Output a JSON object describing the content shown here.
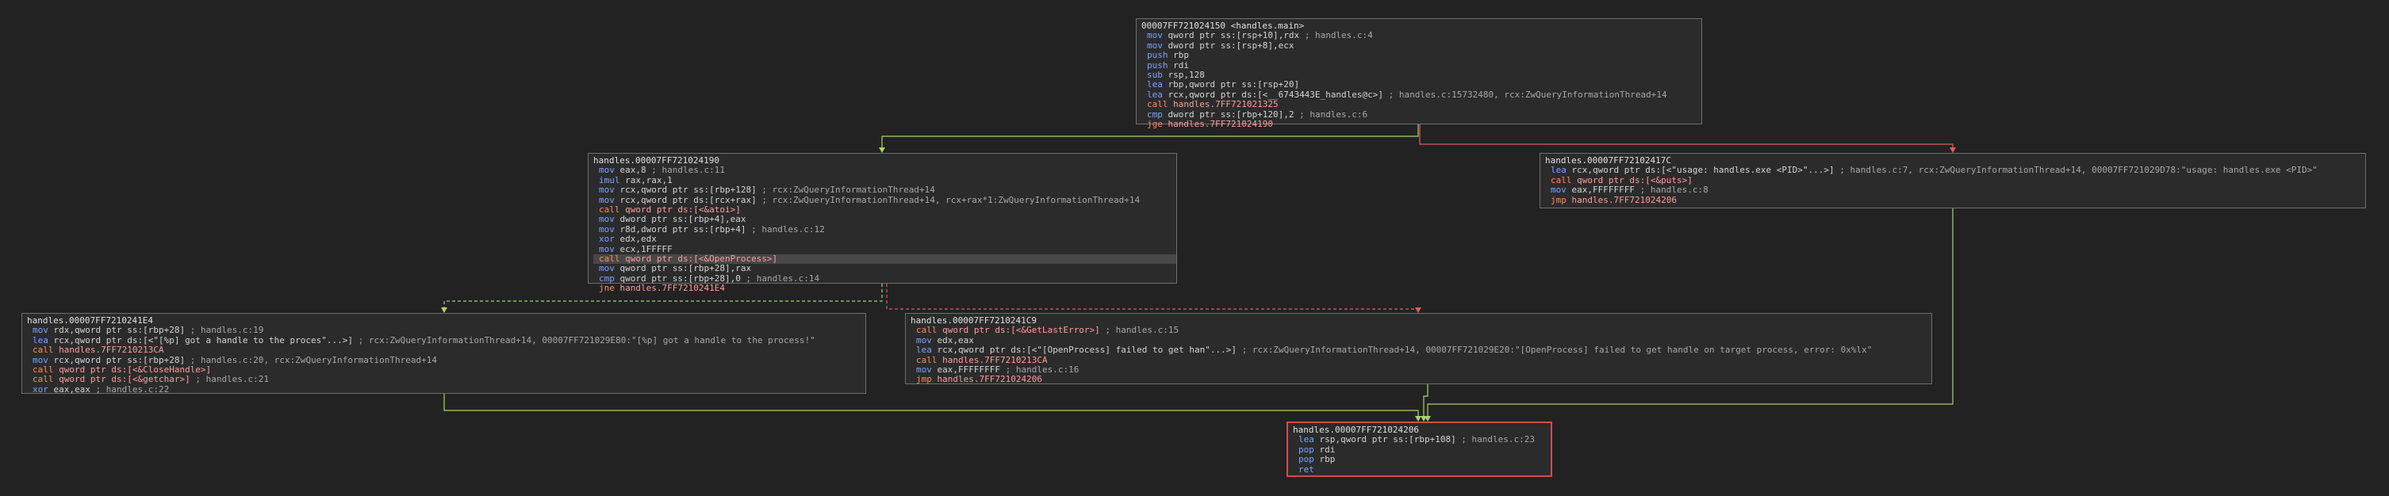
{
  "colors": {
    "background": "#222222",
    "node_bg": "#2b2b2b",
    "node_border": "#6e6e6e",
    "exit_border": "#d24b4b",
    "edge_true": "#a9d36b",
    "edge_false": "#e85a5a",
    "mnemonic": "#7aa3ff",
    "branch_mnemonic": "#ff8a5b"
  },
  "nodes": [
    {
      "id": "n_main",
      "title": "00007FF721024150 <handles.main>",
      "lines": [
        {
          "m": "mov",
          "o": "qword ptr ss:[rsp+10],rdx",
          "c": " ; handles.c:4"
        },
        {
          "m": "mov",
          "o": "dword ptr ss:[rsp+8],ecx",
          "c": ""
        },
        {
          "m": "push",
          "o": "rbp",
          "c": ""
        },
        {
          "m": "push",
          "o": "rdi",
          "c": ""
        },
        {
          "m": "sub",
          "o": "rsp,128",
          "c": ""
        },
        {
          "m": "lea",
          "o": "rbp,qword ptr ss:[rsp+20]",
          "c": ""
        },
        {
          "m": "lea",
          "o": "rcx,qword ptr ds:[<__6743443E_handles@c>]",
          "c": " ; handles.c:15732480, rcx:ZwQueryInformationThread+14"
        },
        {
          "m": "call",
          "o": "handles.7FF721021325",
          "c": ""
        },
        {
          "m": "cmp",
          "o": "dword ptr ss:[rbp+120],2",
          "c": " ; handles.c:6"
        },
        {
          "m": "jge",
          "o": "handles.7FF721024190",
          "c": ""
        }
      ]
    },
    {
      "id": "n_4190",
      "title": "handles.00007FF721024190",
      "lines": [
        {
          "m": "mov",
          "o": "eax,8",
          "c": " ; handles.c:11"
        },
        {
          "m": "imul",
          "o": "rax,rax,1",
          "c": ""
        },
        {
          "m": "mov",
          "o": "rcx,qword ptr ss:[rbp+128]",
          "c": " ; rcx:ZwQueryInformationThread+14"
        },
        {
          "m": "mov",
          "o": "rcx,qword ptr ds:[rcx+rax]",
          "c": " ; rcx:ZwQueryInformationThread+14, rcx+rax*1:ZwQueryInformationThread+14"
        },
        {
          "m": "call",
          "o": "qword ptr ds:[<&atoi>]",
          "c": ""
        },
        {
          "m": "mov",
          "o": "dword ptr ss:[rbp+4],eax",
          "c": ""
        },
        {
          "m": "mov",
          "o": "r8d,dword ptr ss:[rbp+4]",
          "c": " ; handles.c:12"
        },
        {
          "m": "xor",
          "o": "edx,edx",
          "c": ""
        },
        {
          "m": "mov",
          "o": "ecx,1FFFFF",
          "c": ""
        },
        {
          "m": "call",
          "o": "qword ptr ds:[<&OpenProcess>]",
          "c": "",
          "hl": true
        },
        {
          "m": "mov",
          "o": "qword ptr ss:[rbp+28],rax",
          "c": ""
        },
        {
          "m": "cmp",
          "o": "qword ptr ss:[rbp+28],0",
          "c": " ; handles.c:14"
        },
        {
          "m": "jne",
          "o": "handles.7FF7210241E4",
          "c": ""
        }
      ]
    },
    {
      "id": "n_417c",
      "title": "handles.00007FF72102417C",
      "lines": [
        {
          "m": "lea",
          "o": "rcx,qword ptr ds:[<\"usage: handles.exe <PID>\"...>]",
          "c": " ; handles.c:7, rcx:ZwQueryInformationThread+14, 00007FF721029D78:\"usage: handles.exe <PID>\""
        },
        {
          "m": "call",
          "o": "qword ptr ds:[<&puts>]",
          "c": ""
        },
        {
          "m": "mov",
          "o": "eax,FFFFFFFF",
          "c": " ; handles.c:8"
        },
        {
          "m": "jmp",
          "o": "handles.7FF721024206",
          "c": ""
        }
      ]
    },
    {
      "id": "n_41e4",
      "title": "handles.00007FF7210241E4",
      "lines": [
        {
          "m": "mov",
          "o": "rdx,qword ptr ss:[rbp+28]",
          "c": " ; handles.c:19"
        },
        {
          "m": "lea",
          "o": "rcx,qword ptr ds:[<\"[%p] got a handle to the proces\"...>]",
          "c": " ; rcx:ZwQueryInformationThread+14, 00007FF721029E80:\"[%p] got a handle to the process!\""
        },
        {
          "m": "call",
          "o": "handles.7FF7210213CA",
          "c": ""
        },
        {
          "m": "mov",
          "o": "rcx,qword ptr ss:[rbp+28]",
          "c": " ; handles.c:20, rcx:ZwQueryInformationThread+14"
        },
        {
          "m": "call",
          "o": "qword ptr ds:[<&CloseHandle>]",
          "c": ""
        },
        {
          "m": "call",
          "o": "qword ptr ds:[<&getchar>]",
          "c": " ; handles.c:21"
        },
        {
          "m": "xor",
          "o": "eax,eax",
          "c": " ; handles.c:22"
        }
      ]
    },
    {
      "id": "n_41c9",
      "title": "handles.00007FF7210241C9",
      "lines": [
        {
          "m": "call",
          "o": "qword ptr ds:[<&GetLastError>]",
          "c": " ; handles.c:15"
        },
        {
          "m": "mov",
          "o": "edx,eax",
          "c": ""
        },
        {
          "m": "lea",
          "o": "rcx,qword ptr ds:[<\"[OpenProcess] failed to get han\"...>]",
          "c": " ; rcx:ZwQueryInformationThread+14, 00007FF721029E20:\"[OpenProcess] failed to get handle on target process, error: 0x%lx\""
        },
        {
          "m": "call",
          "o": "handles.7FF7210213CA",
          "c": ""
        },
        {
          "m": "mov",
          "o": "eax,FFFFFFFF",
          "c": " ; handles.c:16"
        },
        {
          "m": "jmp",
          "o": "handles.7FF721024206",
          "c": ""
        }
      ]
    },
    {
      "id": "n_4206",
      "title": "handles.00007FF721024206",
      "exit": true,
      "lines": [
        {
          "m": "lea",
          "o": "rsp,qword ptr ss:[rbp+108]",
          "c": " ; handles.c:23"
        },
        {
          "m": "pop",
          "o": "rdi",
          "c": ""
        },
        {
          "m": "pop",
          "o": "rbp",
          "c": ""
        },
        {
          "m": "ret",
          "o": "",
          "c": ""
        }
      ]
    }
  ],
  "edges": [
    {
      "from": "n_main",
      "to": "n_4190",
      "kind": "true"
    },
    {
      "from": "n_main",
      "to": "n_417c",
      "kind": "false"
    },
    {
      "from": "n_4190",
      "to": "n_41e4",
      "kind": "true"
    },
    {
      "from": "n_4190",
      "to": "n_41c9",
      "kind": "false"
    },
    {
      "from": "n_417c",
      "to": "n_4206",
      "kind": "true"
    },
    {
      "from": "n_41e4",
      "to": "n_4206",
      "kind": "true"
    },
    {
      "from": "n_41c9",
      "to": "n_4206",
      "kind": "true"
    }
  ]
}
